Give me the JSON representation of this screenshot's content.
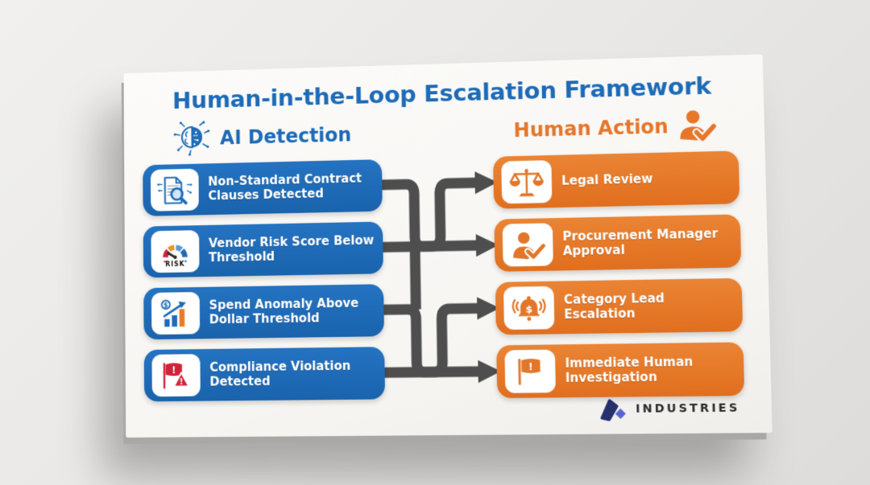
{
  "title": "Human-in-the-Loop Escalation Framework",
  "columns": {
    "left": {
      "label": "AI Detection",
      "icon": "ai-brain-icon",
      "color": "#1d6bb8"
    },
    "right": {
      "label": "Human Action",
      "icon": "human-action-icon",
      "color": "#e6762a"
    }
  },
  "detections": [
    {
      "label": "Non-Standard Contract Clauses Detected",
      "icon": "document-search-icon"
    },
    {
      "label": "Vendor Risk Score Below Threshold",
      "icon": "risk-gauge-icon",
      "icon_text": "RISK"
    },
    {
      "label": "Spend Anomaly Above Dollar Threshold",
      "icon": "spend-chart-icon"
    },
    {
      "label": "Compliance Violation Detected",
      "icon": "warning-flag-icon"
    }
  ],
  "actions": [
    {
      "label": "Legal Review",
      "icon": "scales-icon"
    },
    {
      "label": "Procurement Manager Approval",
      "icon": "approval-person-icon"
    },
    {
      "label": "Category Lead Escalation",
      "icon": "alert-bell-icon"
    },
    {
      "label": "Immediate Human Investigation",
      "icon": "investigation-flag-icon"
    }
  ],
  "footer": {
    "brand": "INDUSTRIES"
  },
  "colors": {
    "detection_box": "#1e6cb8",
    "action_box": "#e6762a",
    "arrow": "#4e4e4e",
    "alert_red": "#d0233a",
    "card": "#f9f8f6",
    "background": "#e7e6e4"
  }
}
